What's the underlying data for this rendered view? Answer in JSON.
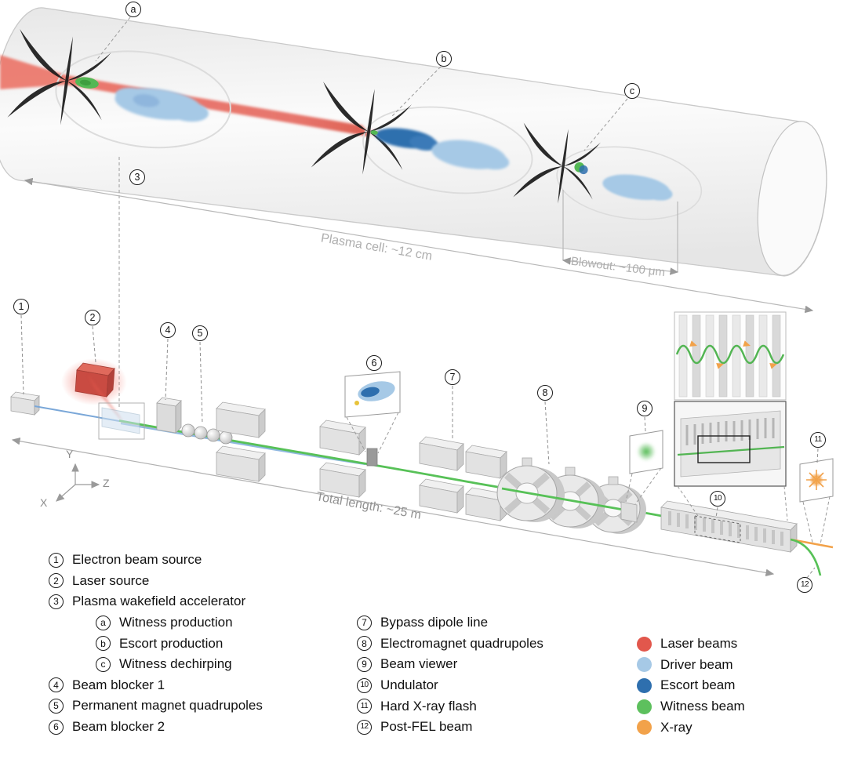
{
  "markers": {
    "n1": "1",
    "n2": "2",
    "n3": "3",
    "n4": "4",
    "n5": "5",
    "n6": "6",
    "n7": "7",
    "n8": "8",
    "n9": "9",
    "n10": "10",
    "n11": "11",
    "n12": "12",
    "a": "a",
    "b": "b",
    "c": "c"
  },
  "captions": {
    "plasma_cell": "Plasma cell: ~12 cm",
    "blowout": "Blowout: ~100 μm",
    "total_length": "Total length: ~25 m"
  },
  "axes": {
    "x": "X",
    "y": "Y",
    "z": "Z"
  },
  "legend": {
    "col1": [
      {
        "marker": "1",
        "label": "Electron beam source"
      },
      {
        "marker": "2",
        "label": "Laser source"
      },
      {
        "marker": "3",
        "label": "Plasma wakefield accelerator"
      },
      {
        "marker": "a",
        "label": "Witness production"
      },
      {
        "marker": "b",
        "label": "Escort production"
      },
      {
        "marker": "c",
        "label": "Witness dechirping"
      },
      {
        "marker": "4",
        "label": "Beam blocker 1"
      },
      {
        "marker": "5",
        "label": "Permanent magnet quadrupoles"
      },
      {
        "marker": "6",
        "label": "Beam blocker 2"
      }
    ],
    "col2": [
      {
        "marker": "7",
        "label": "Bypass dipole line"
      },
      {
        "marker": "8",
        "label": "Electromagnet quadrupoles"
      },
      {
        "marker": "9",
        "label": "Beam viewer"
      },
      {
        "marker": "10",
        "label": "Undulator"
      },
      {
        "marker": "11",
        "label": "Hard X-ray flash"
      },
      {
        "marker": "12",
        "label": "Post-FEL beam"
      }
    ],
    "beams": [
      {
        "label": "Laser beams",
        "color": "#e2574c"
      },
      {
        "label": "Driver beam",
        "color": "#a6c9e6"
      },
      {
        "label": "Escort beam",
        "color": "#2e6fae"
      },
      {
        "label": "Witness beam",
        "color": "#5dc05d"
      },
      {
        "label": "X-ray",
        "color": "#f2a24a"
      }
    ]
  }
}
